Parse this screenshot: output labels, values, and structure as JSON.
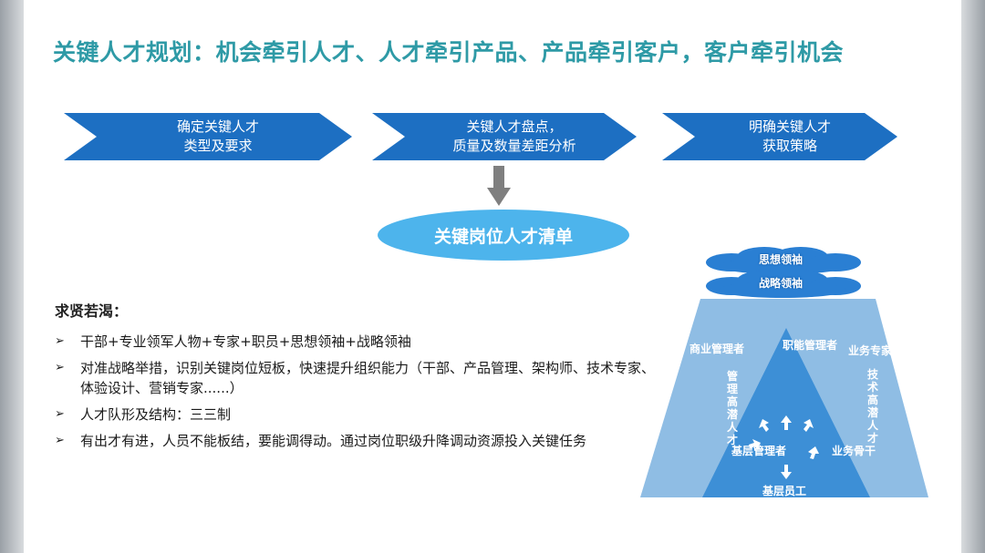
{
  "title": "关键人才规划：机会牵引人才、人才牵引产品、产品牵引客户，客户牵引机会",
  "process_steps": [
    {
      "label": "确定关键人才\n类型及要求"
    },
    {
      "label": "关键人才盘点，\n质量及数量差距分析"
    },
    {
      "label": "明确关键人才\n获取策略"
    }
  ],
  "output": {
    "label": "关键岗位人才清单"
  },
  "requirements": {
    "heading": "求贤若渴：",
    "bullet_mark": "➢",
    "items": [
      "干部+专业领军人物+专家+职员+思想领袖+战略领袖",
      "对准战略举措，识别关键岗位短板，快速提升组织能力（干部、产品管理、架构师、技术专家、体验设计、营销专家......）",
      "人才队形及结构：三三制",
      "有出才有进，人员不能板结，要能调得动。通过岗位职级升降调动资源投入关键任务"
    ]
  },
  "talent_diagram": {
    "cloud_top": "思想领袖",
    "cloud_bottom": "战略领袖",
    "commercial_manager": "商业管理者",
    "functional_manager": "职能管理者",
    "business_expert": "业务专家",
    "management_potential": "管理高潜人才",
    "tech_potential": "技术高潜人才",
    "base_manager": "基层管理者",
    "business_backbone": "业务骨干",
    "base_staff": "基层员工"
  },
  "colors": {
    "title": "#2e9aa6",
    "chevron": "#1d6fc2",
    "ellipse": "#4db4ec",
    "trapezoid": "#8fbde4",
    "triangle": "#3d8fd6",
    "cloud": "#2a7fd3"
  }
}
